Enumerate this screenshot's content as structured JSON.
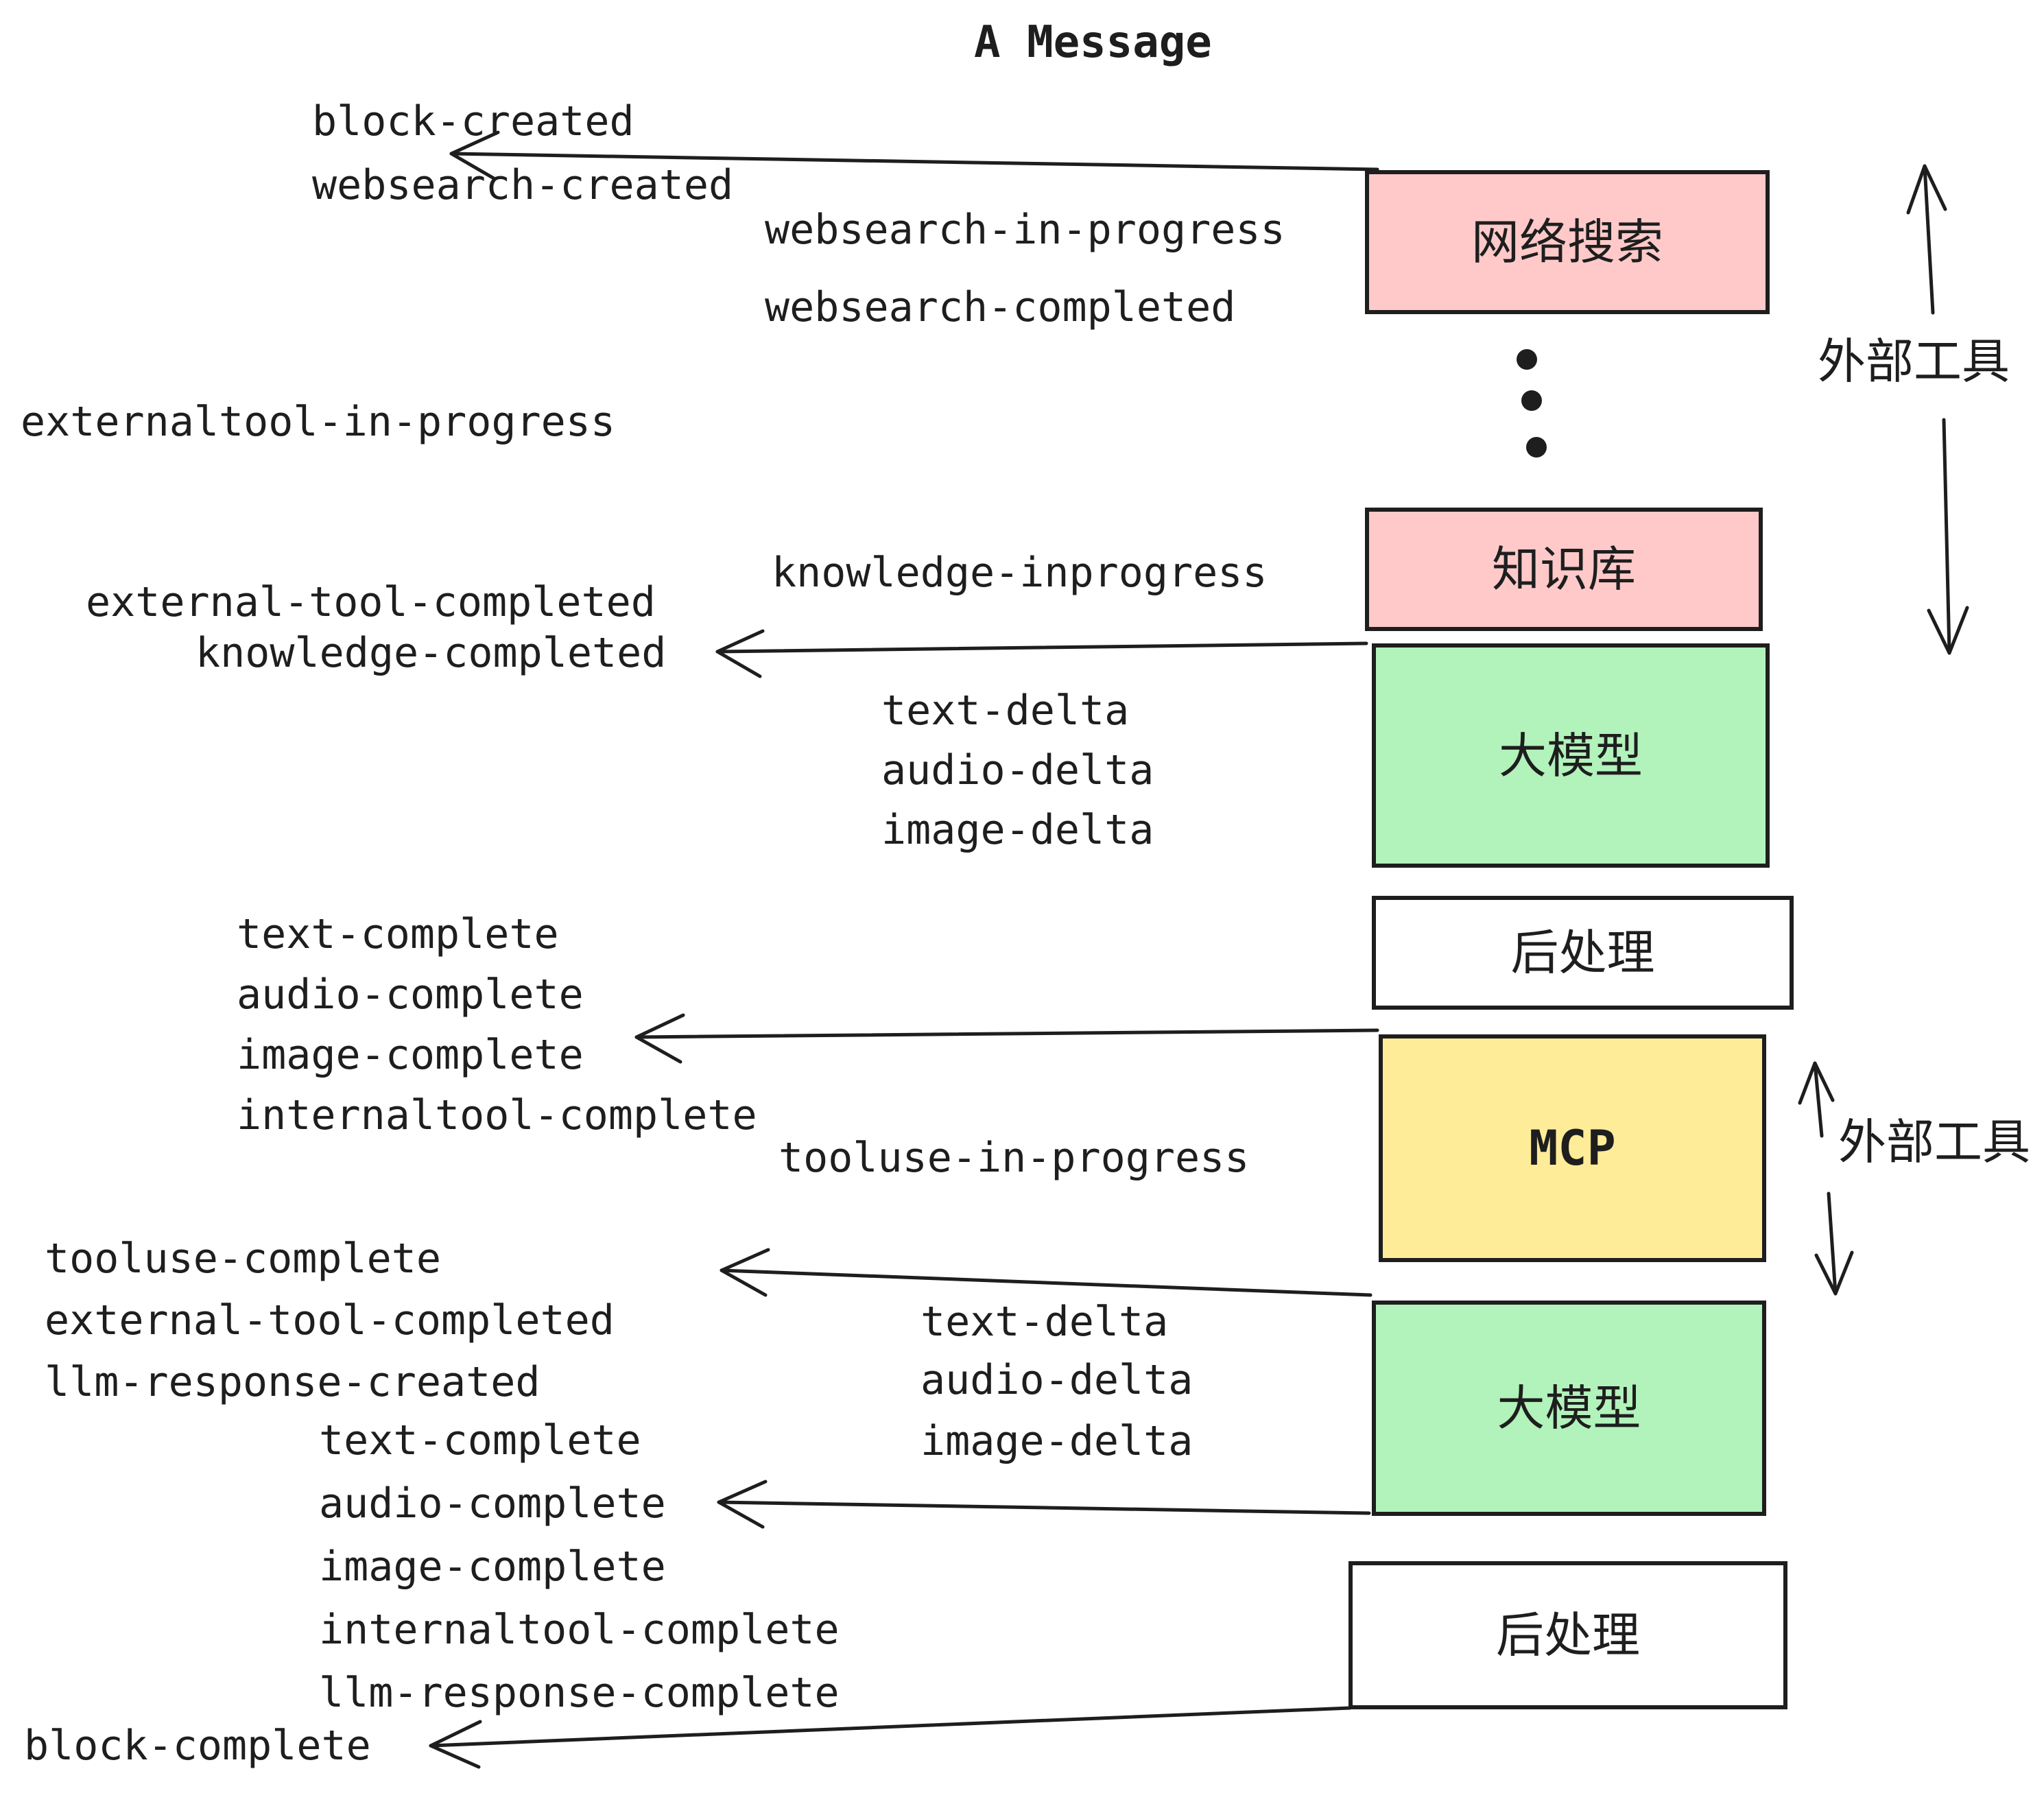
{
  "diagram": {
    "title": "A Message",
    "events": {
      "block_created": "block-created",
      "websearch_created": "websearch-created",
      "websearch_in_progress": "websearch-in-progress",
      "websearch_completed": "websearch-completed",
      "externaltool_in_progress": "externaltool-in-progress",
      "knowledge_inprogress": "knowledge-inprogress",
      "external_tool_completed": "external-tool-completed",
      "knowledge_completed": "knowledge-completed",
      "text_delta": "text-delta",
      "audio_delta": "audio-delta",
      "image_delta": "image-delta",
      "text_complete": "text-complete",
      "audio_complete": "audio-complete",
      "image_complete": "image-complete",
      "internaltool_complete": "internaltool-complete",
      "tooluse_in_progress": "tooluse-in-progress",
      "tooluse_complete": "tooluse-complete",
      "llm_response_created": "llm-response-created",
      "llm_response_complete": "llm-response-complete",
      "block_complete": "block-complete"
    },
    "stages": {
      "websearch": "网络搜索",
      "knowledge": "知识库",
      "llm": "大模型",
      "postprocess": "后处理",
      "mcp": "MCP"
    },
    "annotations": {
      "external_tools": "外部工具"
    },
    "colors": {
      "websearch_fill": "#ffc9c9",
      "knowledge_fill": "#ffc9c9",
      "llm_fill": "#b2f2bb",
      "mcp_fill": "#ffec99",
      "postprocess_fill": "#ffffff",
      "ink": "#1e1e1e",
      "background": "#ffffff"
    }
  }
}
